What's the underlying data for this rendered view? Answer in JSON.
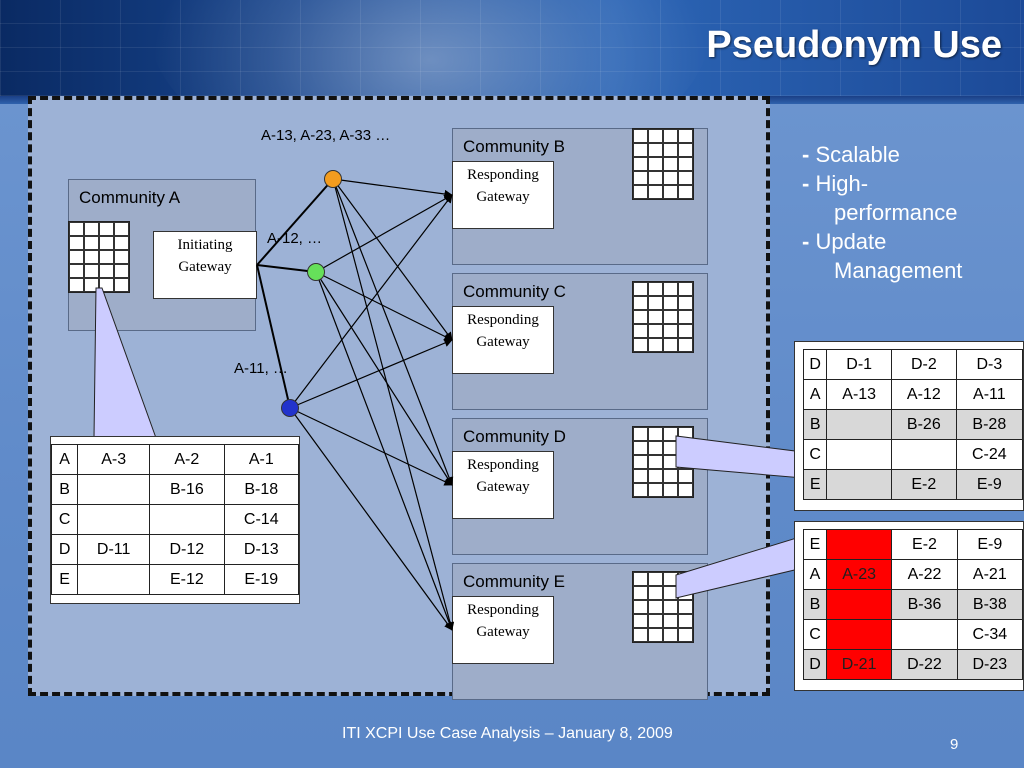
{
  "title": "Pseudonym Use",
  "communities": {
    "a": "Community A",
    "b": "Community B",
    "c": "Community C",
    "d": "Community D",
    "e": "Community E"
  },
  "initiating_gateway": [
    "Initiating",
    "Gateway"
  ],
  "responding_gateway": [
    "Responding",
    "Gateway"
  ],
  "annotations": {
    "a13": "A-13, A-23, A-33 …",
    "a12": "A-12, …",
    "a11": "A-11, …"
  },
  "bullets": [
    [
      "-",
      "Scalable",
      ""
    ],
    [
      "-",
      "High-",
      "performance"
    ],
    [
      "-",
      "Update",
      "Management"
    ]
  ],
  "table_a": [
    [
      "A",
      "A-3",
      "A-2",
      "A-1"
    ],
    [
      "B",
      "",
      "B-16",
      "B-18"
    ],
    [
      "C",
      "",
      "",
      "C-14"
    ],
    [
      "D",
      "D-11",
      "D-12",
      "D-13"
    ],
    [
      "E",
      "",
      "E-12",
      "E-19"
    ]
  ],
  "table_d": [
    [
      "D",
      "D-1",
      "D-2",
      "D-3"
    ],
    [
      "A",
      "A-13",
      "A-12",
      "A-11"
    ],
    [
      "B",
      "",
      "B-26",
      "B-28"
    ],
    [
      "C",
      "",
      "",
      "C-24"
    ],
    [
      "E",
      "",
      "E-2",
      "E-9"
    ]
  ],
  "table_e": [
    [
      "E",
      "",
      "E-2",
      "E-9"
    ],
    [
      "A",
      "A-23",
      "A-22",
      "A-21"
    ],
    [
      "B",
      "",
      "B-36",
      "B-38"
    ],
    [
      "C",
      "",
      "",
      "C-34"
    ],
    [
      "D",
      "D-21",
      "D-22",
      "D-23"
    ]
  ],
  "footer": "ITI XCPI Use Case Analysis – January 8, 2009",
  "page_number": "9",
  "colors": {
    "node_orange": "#f39c1f",
    "node_green": "#66e05a",
    "node_blue": "#2233cc",
    "highlight_red": "#ff0000"
  }
}
